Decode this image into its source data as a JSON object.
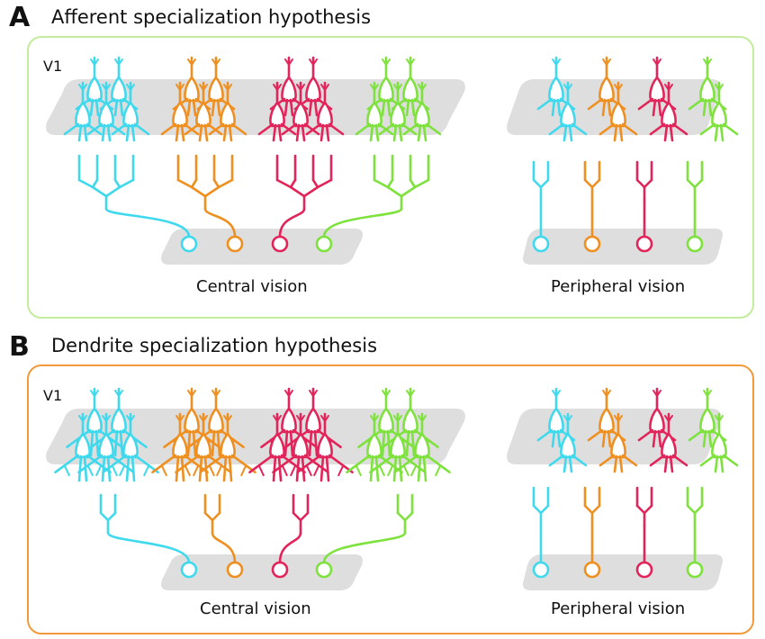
{
  "panels": [
    {
      "letter": "A",
      "title": "Afferent specialization hypothesis",
      "region_label": "V1",
      "central_caption": "Central vision",
      "peripheral_caption": "Peripheral vision",
      "frame_color": "#c3ec9c",
      "dendrite_style": "compact"
    },
    {
      "letter": "B",
      "title": "Dendrite specialization hypothesis",
      "region_label": "V1",
      "central_caption": "Central vision",
      "peripheral_caption": "Peripheral vision",
      "frame_color": "#f29a3a",
      "dendrite_style": "extended"
    }
  ],
  "colors": {
    "cyan": "#3fd9ee",
    "orange": "#ef8f1f",
    "red": "#e2245a",
    "green": "#7ee23c",
    "band": "#dedede"
  }
}
